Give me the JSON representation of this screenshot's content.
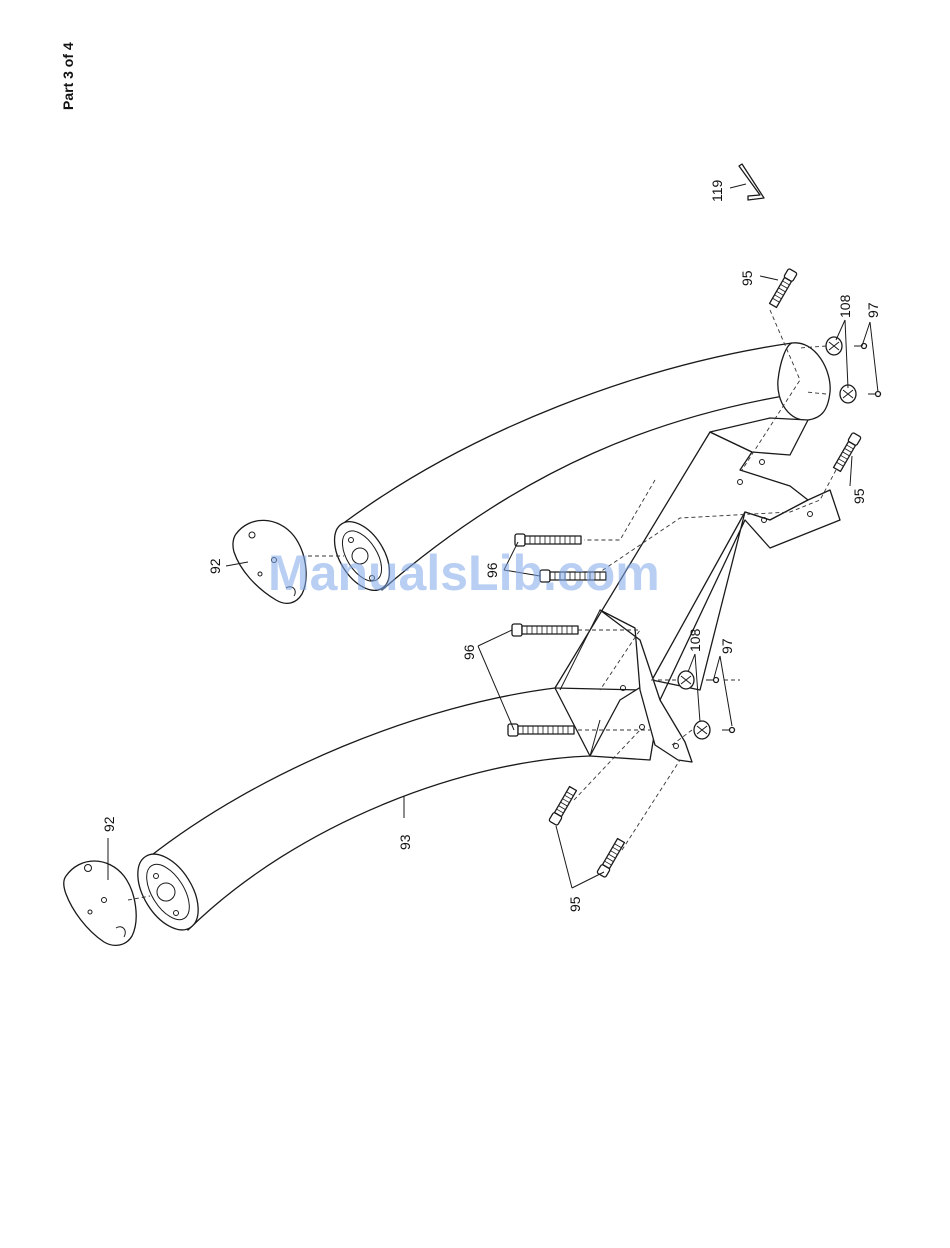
{
  "page": {
    "header": "Part 3 of 4"
  },
  "watermark": "ManualsLib.com",
  "callouts": {
    "end_cap_upper": "92",
    "end_cap_lower": "92",
    "leg_lower": "93",
    "bolt_long_upper": "96",
    "bolt_long_lower": "96",
    "bolt_short_top": "95",
    "bolt_short_right": "95",
    "bolt_short_lower": "95",
    "foot_pad_upper": "108",
    "foot_pad_lower": "108",
    "screw_upper": "97",
    "screw_lower": "97",
    "hex_key": "119"
  },
  "colors": {
    "line": "#1a1a1a",
    "watermark": "#7fa8ea"
  }
}
